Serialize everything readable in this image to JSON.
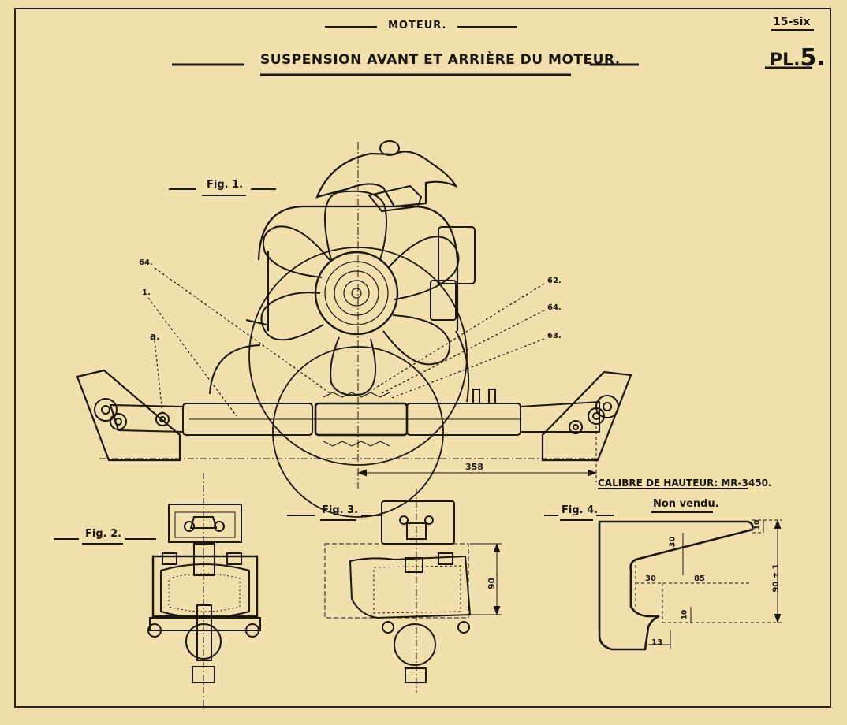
{
  "header": {
    "section": "MOTEUR.",
    "title": "SUSPENSION AVANT ET ARRIÈRE DU MOTEUR.",
    "page_code": "15-six",
    "plate_prefix": "PL.",
    "plate_number": "5."
  },
  "figures": {
    "fig1": "Fig. 1.",
    "fig2": "Fig. 2.",
    "fig3": "Fig. 3.",
    "fig4": "Fig. 4."
  },
  "callouts": {
    "c64_left": "64.",
    "c1": "1.",
    "ca": "a.",
    "c62": "62.",
    "c64_right": "64.",
    "c63": "63."
  },
  "dimensions": {
    "d358": "358",
    "d90_fig3": "90",
    "d30_top": "30",
    "d30_mid": "30",
    "d85": "85",
    "d10_top": "10",
    "d10_bottom": "10",
    "d90_fig4": "90 ± 1",
    "d13": "13"
  },
  "gauge": {
    "title": "CALIBRE DE HAUTEUR: MR-3450.",
    "subtitle": "Non vendu."
  },
  "colors": {
    "paper": "#efdcaa",
    "ink": "#1c1712"
  }
}
